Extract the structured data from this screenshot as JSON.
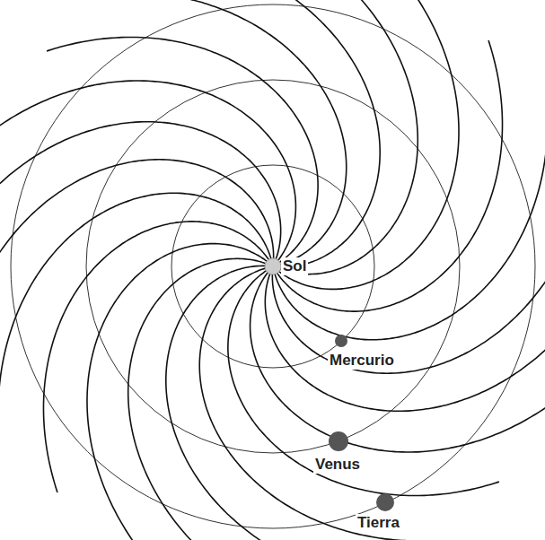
{
  "diagram": {
    "labels": [
      "Sol",
      "Mercurio",
      "Venus",
      "Tierra"
    ]
  }
}
